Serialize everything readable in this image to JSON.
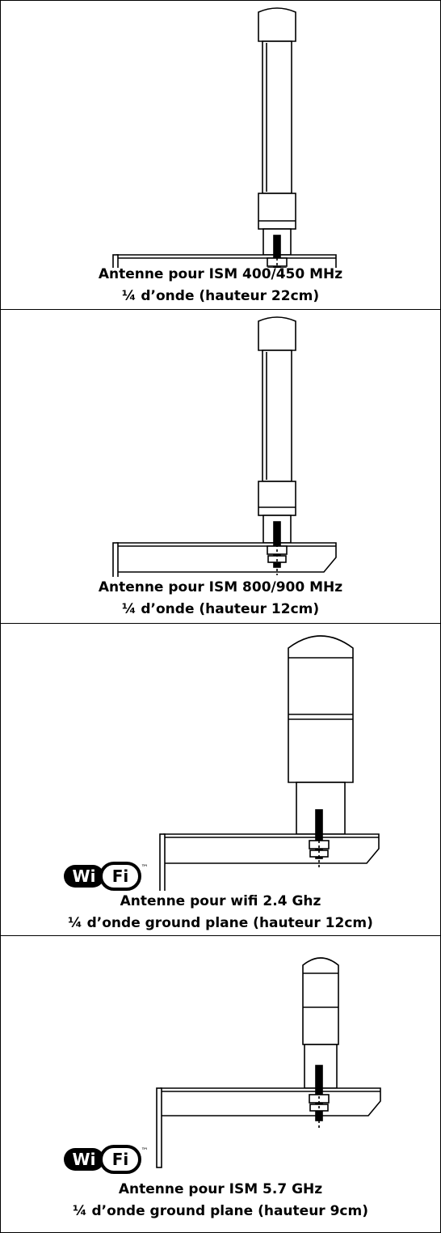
{
  "panels": [
    {
      "id": "ism-400-450",
      "caption_line1": "Antenne pour ISM 400/450 MHz",
      "caption_line2": "¼ d’onde (hauteur 22cm)",
      "antenna_type": "whip-quarter-wave",
      "wifi_logo": false
    },
    {
      "id": "ism-800-900",
      "caption_line1": "Antenne pour ISM 800/900 MHz",
      "caption_line2": "¼ d’onde (hauteur 12cm)",
      "antenna_type": "whip-quarter-wave",
      "wifi_logo": false
    },
    {
      "id": "wifi-2-4",
      "caption_line1": "Antenne pour wifi 2.4 Ghz",
      "caption_line2": "¼ d’onde ground plane (hauteur 12cm)",
      "antenna_type": "ground-plane-radome",
      "wifi_logo": true
    },
    {
      "id": "ism-5-7",
      "caption_line1": "Antenne pour ISM 5.7 GHz",
      "caption_line2": "¼ d’onde ground plane (hauteur 9cm)",
      "antenna_type": "ground-plane-radome",
      "wifi_logo": true
    }
  ],
  "logo": {
    "wi_text": "Wi",
    "fi_text": "Fi",
    "tm_text": "™"
  },
  "colors": {
    "line": "#000000",
    "background": "#ffffff"
  }
}
